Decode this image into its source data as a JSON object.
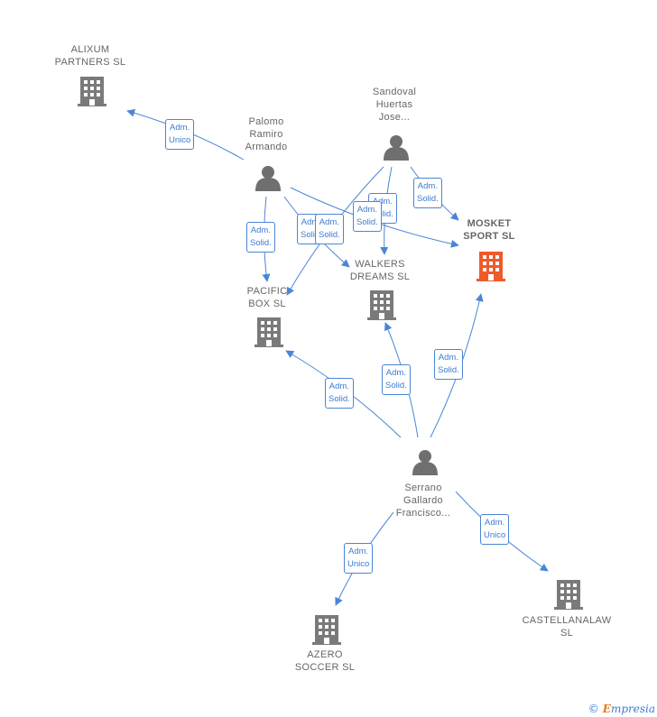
{
  "colors": {
    "edge": "#4a86d6",
    "edge_label_text": "#3d7bd1",
    "company": "#7a7a7a",
    "focus_company": "#ef5a2a",
    "person": "#6f6f6f",
    "label_text": "#666666"
  },
  "nodes": [
    {
      "id": "alixum",
      "type": "company",
      "label": "ALIXUM\nPARTNERS SL",
      "icon": "building-icon"
    },
    {
      "id": "palomo",
      "type": "person",
      "label": "Palomo\nRamiro\nArmando",
      "icon": "person-icon"
    },
    {
      "id": "sandoval",
      "type": "person",
      "label": "Sandoval\nHuertas\nJose...",
      "icon": "person-icon"
    },
    {
      "id": "mosket",
      "type": "company",
      "focus": true,
      "label": "MOSKET\nSPORT SL",
      "icon": "building-icon"
    },
    {
      "id": "walkers",
      "type": "company",
      "label": "WALKERS\nDREAMS SL",
      "icon": "building-icon"
    },
    {
      "id": "pacific",
      "type": "company",
      "label": "PACIFIC\nBOX SL",
      "icon": "building-icon"
    },
    {
      "id": "serrano",
      "type": "person",
      "label": "Serrano\nGallardo\nFrancisco...",
      "icon": "person-icon"
    },
    {
      "id": "azero",
      "type": "company",
      "label": "AZERO\nSOCCER SL",
      "icon": "building-icon"
    },
    {
      "id": "castellanalaw",
      "type": "company",
      "label": "CASTELLANALAW\nSL",
      "icon": "building-icon"
    }
  ],
  "edges": [
    {
      "from": "palomo",
      "to": "alixum",
      "label": "Adm.\nUnico"
    },
    {
      "from": "palomo",
      "to": "pacific",
      "label": "Adm.\nSolid."
    },
    {
      "from": "palomo",
      "to": "walkers",
      "label": "Adm.\nSolid."
    },
    {
      "from": "palomo",
      "to": "mosket",
      "label": "Adm.\nSolid."
    },
    {
      "from": "sandoval",
      "to": "mosket",
      "label": "Adm.\nSolid."
    },
    {
      "from": "sandoval",
      "to": "walkers",
      "label": "Adm.\nSolid."
    },
    {
      "from": "sandoval",
      "to": "pacific",
      "label": "Adm.\nSolid."
    },
    {
      "from": "serrano",
      "to": "pacific",
      "label": "Adm.\nSolid."
    },
    {
      "from": "serrano",
      "to": "walkers",
      "label": "Adm.\nSolid."
    },
    {
      "from": "serrano",
      "to": "mosket",
      "label": "Adm.\nSolid."
    },
    {
      "from": "serrano",
      "to": "azero",
      "label": "Adm.\nUnico"
    },
    {
      "from": "serrano",
      "to": "castellanalaw",
      "label": "Adm.\nUnico"
    }
  ],
  "footer": {
    "copyright": "©",
    "brand_initial": "E",
    "brand_rest": "mpresia"
  }
}
